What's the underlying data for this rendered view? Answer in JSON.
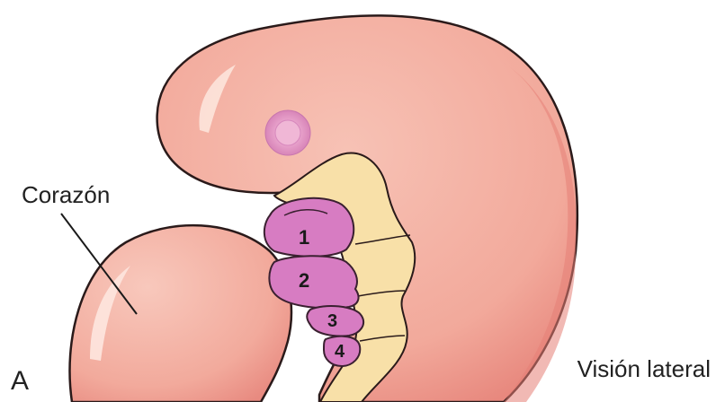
{
  "labels": {
    "heart": "Corazón",
    "view": "Visión lateral",
    "panel": "A"
  },
  "pharyngeal_arches": [
    "1",
    "2",
    "3",
    "4"
  ],
  "colors": {
    "embryo_skin": "#f4b3a6",
    "embryo_highlight": "#fbd3ca",
    "embryo_shadow": "#e9877e",
    "arches": "#d77cc2",
    "arches_outline": "#3a2030",
    "somites": "#f8e0a8",
    "eye": "#e59bc7",
    "outline": "#2a1a1a"
  }
}
